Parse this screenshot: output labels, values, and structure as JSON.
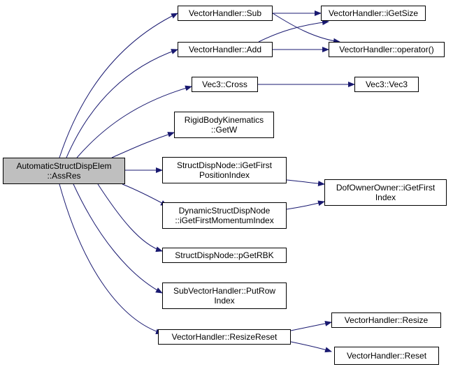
{
  "colors": {
    "edge": "#191970",
    "root_fill": "#bfbfbf",
    "node_fill": "#ffffff",
    "border": "#000000"
  },
  "nodes": {
    "root": {
      "line1": "AutomaticStructDispElem",
      "line2": "::AssRes"
    },
    "sub": {
      "line1": "VectorHandler::Sub"
    },
    "add": {
      "line1": "VectorHandler::Add"
    },
    "igetsize": {
      "line1": "VectorHandler::iGetSize"
    },
    "operator": {
      "line1": "VectorHandler::operator()"
    },
    "cross": {
      "line1": "Vec3::Cross"
    },
    "vec3": {
      "line1": "Vec3::Vec3"
    },
    "getw": {
      "line1": "RigidBodyKinematics",
      "line2": "::GetW"
    },
    "sdn_first": {
      "line1": "StructDispNode::iGetFirst",
      "line2": "PositionIndex"
    },
    "dof_first": {
      "line1": "DofOwnerOwner::iGetFirst",
      "line2": "Index"
    },
    "dyn_first": {
      "line1": "DynamicStructDispNode",
      "line2": "::iGetFirstMomentumIndex"
    },
    "pgetrbk": {
      "line1": "StructDispNode::pGetRBK"
    },
    "putrow": {
      "line1": "SubVectorHandler::PutRow",
      "line2": "Index"
    },
    "resizereset": {
      "line1": "VectorHandler::ResizeReset"
    },
    "resize": {
      "line1": "VectorHandler::Resize"
    },
    "reset": {
      "line1": "VectorHandler::Reset"
    }
  }
}
